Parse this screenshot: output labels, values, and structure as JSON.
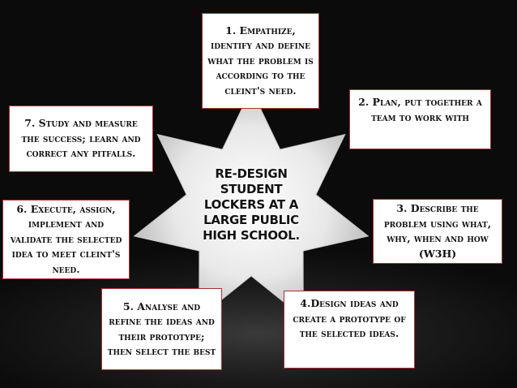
{
  "center": {
    "text": "Re-design student lockers at a large public high school."
  },
  "steps": [
    {
      "id": 1,
      "text": "1. Empathize, identify and define what the problem is according to the cleint's need."
    },
    {
      "id": 2,
      "text": "2. Plan, put together a team to work with"
    },
    {
      "id": 3,
      "text": "3. Describe the problem using what, why, when and how (W3H)"
    },
    {
      "id": 4,
      "text": "4.Design ideas and create a prototype of the selected ideas."
    },
    {
      "id": 5,
      "text": "5. Analyse and refine the ideas and their prototype; then select the best"
    },
    {
      "id": 6,
      "text": "6. Execute, assign, implement and validate the selected idea to meet cleint's need."
    },
    {
      "id": 7,
      "text": "7. Study and measure the success; learn and correct any pitfalls."
    }
  ]
}
